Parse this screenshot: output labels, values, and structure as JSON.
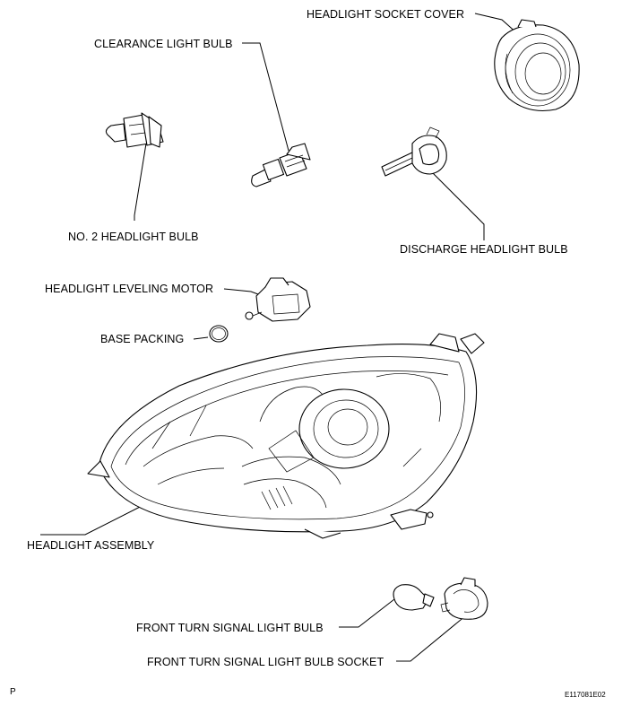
{
  "labels": {
    "headlight_socket_cover": "HEADLIGHT SOCKET COVER",
    "clearance_light_bulb": "CLEARANCE LIGHT BULB",
    "no2_headlight_bulb": "NO. 2 HEADLIGHT BULB",
    "discharge_headlight_bulb": "DISCHARGE HEADLIGHT BULB",
    "headlight_leveling_motor": "HEADLIGHT LEVELING MOTOR",
    "base_packing": "BASE PACKING",
    "headlight_assembly": "HEADLIGHT ASSEMBLY",
    "front_turn_signal_light_bulb": "FRONT TURN SIGNAL LIGHT BULB",
    "front_turn_signal_light_bulb_socket": "FRONT TURN SIGNAL LIGHT BULB SOCKET"
  },
  "footer": {
    "corner_mark": "P",
    "figure_code": "E117081E02"
  }
}
